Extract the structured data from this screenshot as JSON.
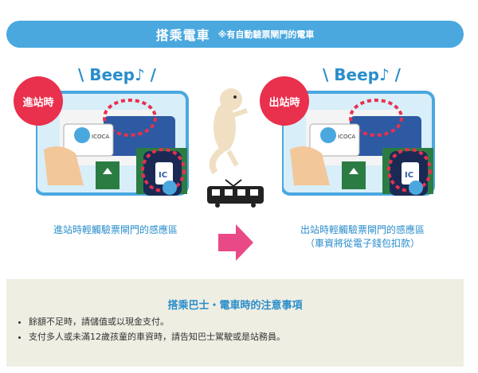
{
  "banner": {
    "title": "搭乘電車",
    "subtitle": "※有自動驗票閘門的電車"
  },
  "left_scene": {
    "badge": "進站時",
    "beep": "\\ Beep♪ /",
    "card_text": "ICOCA",
    "reader_label": "IC",
    "caption": "進站時輕觸驗票閘門的感應區"
  },
  "right_scene": {
    "badge": "出站時",
    "beep": "\\ Beep♪ /",
    "card_text": "ICOCA",
    "reader_label": "IC",
    "caption_line1": "出站時輕觸驗票閘門的感應區",
    "caption_line2": "（車資將從電子錢包扣款）"
  },
  "notes": {
    "title": "搭乘巴士・電車時的注意事項",
    "items": [
      "餘額不足時，請儲值或以現金支付。",
      "支付多人或未滿12歲孩童的車資時，請告知巴士駕駛或是站務員。"
    ]
  },
  "colors": {
    "accent_blue": "#4aa8df",
    "badge_red": "#e9304d",
    "arrow_pink": "#e94a87",
    "note_bg": "#efeee3"
  }
}
